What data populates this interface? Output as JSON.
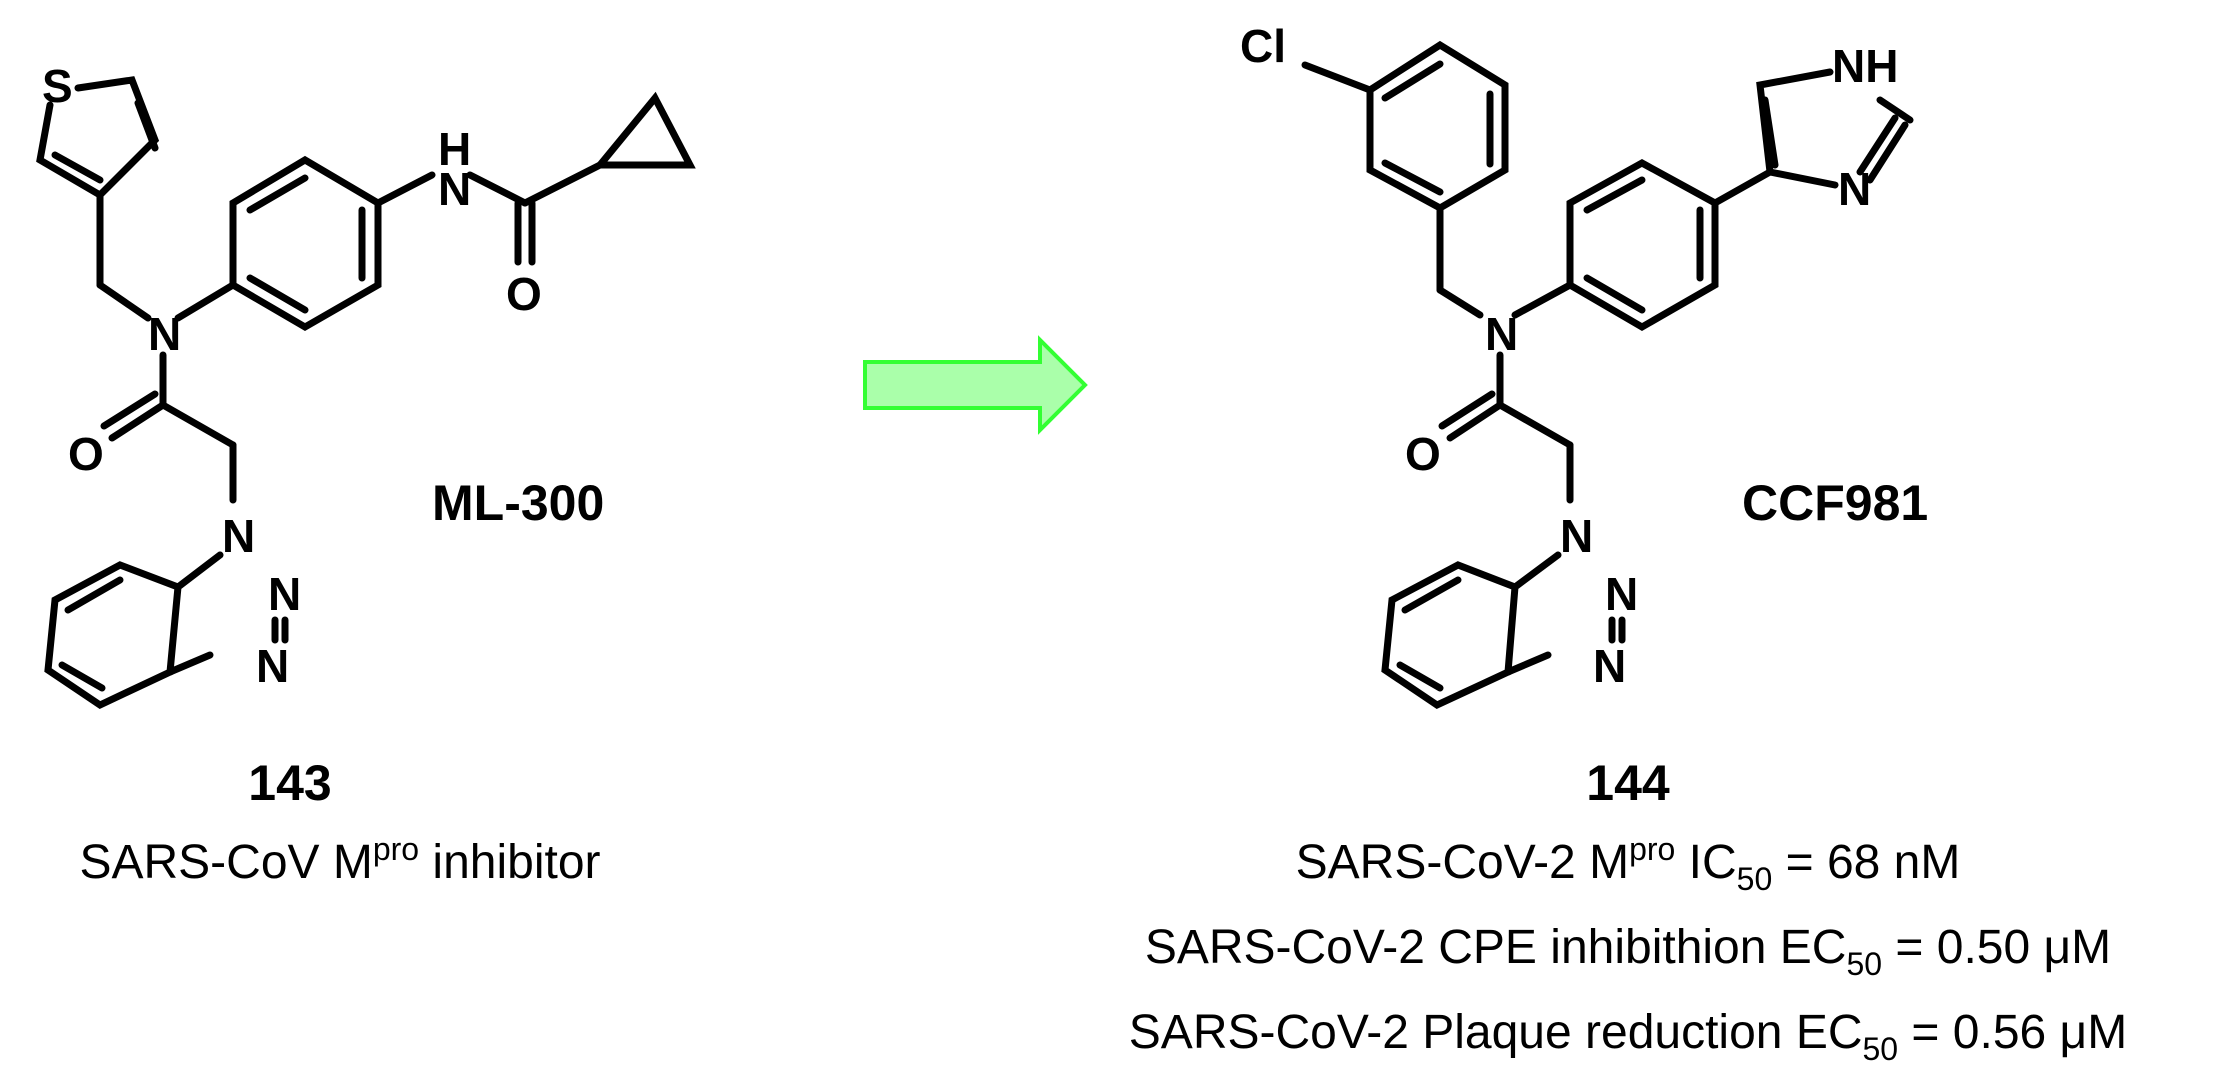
{
  "atoms": {
    "S": "S",
    "N": "N",
    "H": "H",
    "O": "O",
    "Cl": "Cl",
    "NH": "NH"
  },
  "left": {
    "code_name": "ML-300",
    "number": "143",
    "caption": {
      "pre": "SARS-CoV M",
      "sup": "pro",
      "post": " inhibitor"
    }
  },
  "right": {
    "code_name": "CCF981",
    "number": "144",
    "lines": [
      {
        "pre": "SARS-CoV-2 M",
        "sup": "pro",
        "mid": " IC",
        "sub": "50",
        "post": " = 68 nM"
      },
      {
        "pre": "SARS-CoV-2 CPE inhibithion EC",
        "sub": "50",
        "post": " = 0.50 μM"
      },
      {
        "pre": "SARS-CoV-2 Plaque reduction EC",
        "sub": "50",
        "post": " = 0.56 μM"
      }
    ]
  },
  "colors": {
    "arrow_fill": "#aaffaa",
    "arrow_stroke": "#33ff33",
    "ink": "#000000"
  }
}
